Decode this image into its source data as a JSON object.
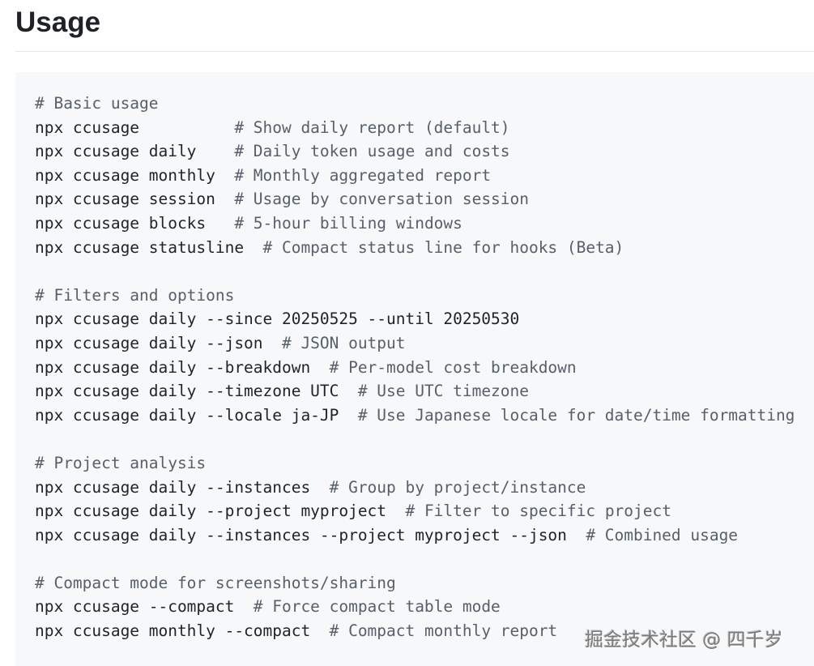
{
  "heading": "Usage",
  "code_block": {
    "lines": [
      {
        "cmd": "",
        "comment": "# Basic usage"
      },
      {
        "cmd": "npx ccusage          ",
        "comment": "# Show daily report (default)"
      },
      {
        "cmd": "npx ccusage daily    ",
        "comment": "# Daily token usage and costs"
      },
      {
        "cmd": "npx ccusage monthly  ",
        "comment": "# Monthly aggregated report"
      },
      {
        "cmd": "npx ccusage session  ",
        "comment": "# Usage by conversation session"
      },
      {
        "cmd": "npx ccusage blocks   ",
        "comment": "# 5-hour billing windows"
      },
      {
        "cmd": "npx ccusage statusline  ",
        "comment": "# Compact status line for hooks (Beta)"
      },
      {
        "cmd": "",
        "comment": ""
      },
      {
        "cmd": "",
        "comment": "# Filters and options"
      },
      {
        "cmd": "npx ccusage daily --since 20250525 --until 20250530",
        "comment": ""
      },
      {
        "cmd": "npx ccusage daily --json  ",
        "comment": "# JSON output"
      },
      {
        "cmd": "npx ccusage daily --breakdown  ",
        "comment": "# Per-model cost breakdown"
      },
      {
        "cmd": "npx ccusage daily --timezone UTC  ",
        "comment": "# Use UTC timezone"
      },
      {
        "cmd": "npx ccusage daily --locale ja-JP  ",
        "comment": "# Use Japanese locale for date/time formatting"
      },
      {
        "cmd": "",
        "comment": ""
      },
      {
        "cmd": "",
        "comment": "# Project analysis"
      },
      {
        "cmd": "npx ccusage daily --instances  ",
        "comment": "# Group by project/instance"
      },
      {
        "cmd": "npx ccusage daily --project myproject  ",
        "comment": "# Filter to specific project"
      },
      {
        "cmd": "npx ccusage daily --instances --project myproject --json  ",
        "comment": "# Combined usage"
      },
      {
        "cmd": "",
        "comment": ""
      },
      {
        "cmd": "",
        "comment": "# Compact mode for screenshots/sharing"
      },
      {
        "cmd": "npx ccusage --compact  ",
        "comment": "# Force compact table mode"
      },
      {
        "cmd": "npx ccusage monthly --compact  ",
        "comment": "# Compact monthly report"
      }
    ]
  },
  "watermark": "掘金技术社区 @ 四千岁"
}
